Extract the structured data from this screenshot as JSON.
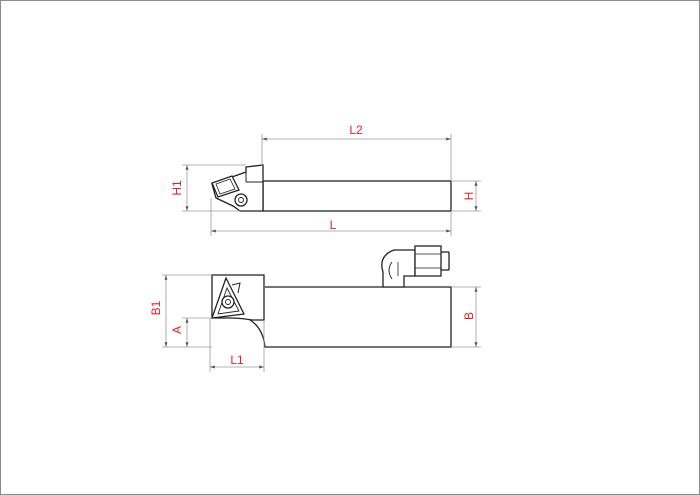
{
  "drawing": {
    "title": "",
    "dimensions": {
      "L2": "L2",
      "L": "L",
      "H": "H",
      "H1": "H1",
      "B": "B",
      "B1": "B1",
      "A": "A",
      "L1": "L1"
    },
    "colors": {
      "outline": "#222222",
      "dimension_line": "#9a9a9a",
      "dimension_text": "#e8202a",
      "frame": "#8c8c8c",
      "background": "#ffffff"
    }
  }
}
